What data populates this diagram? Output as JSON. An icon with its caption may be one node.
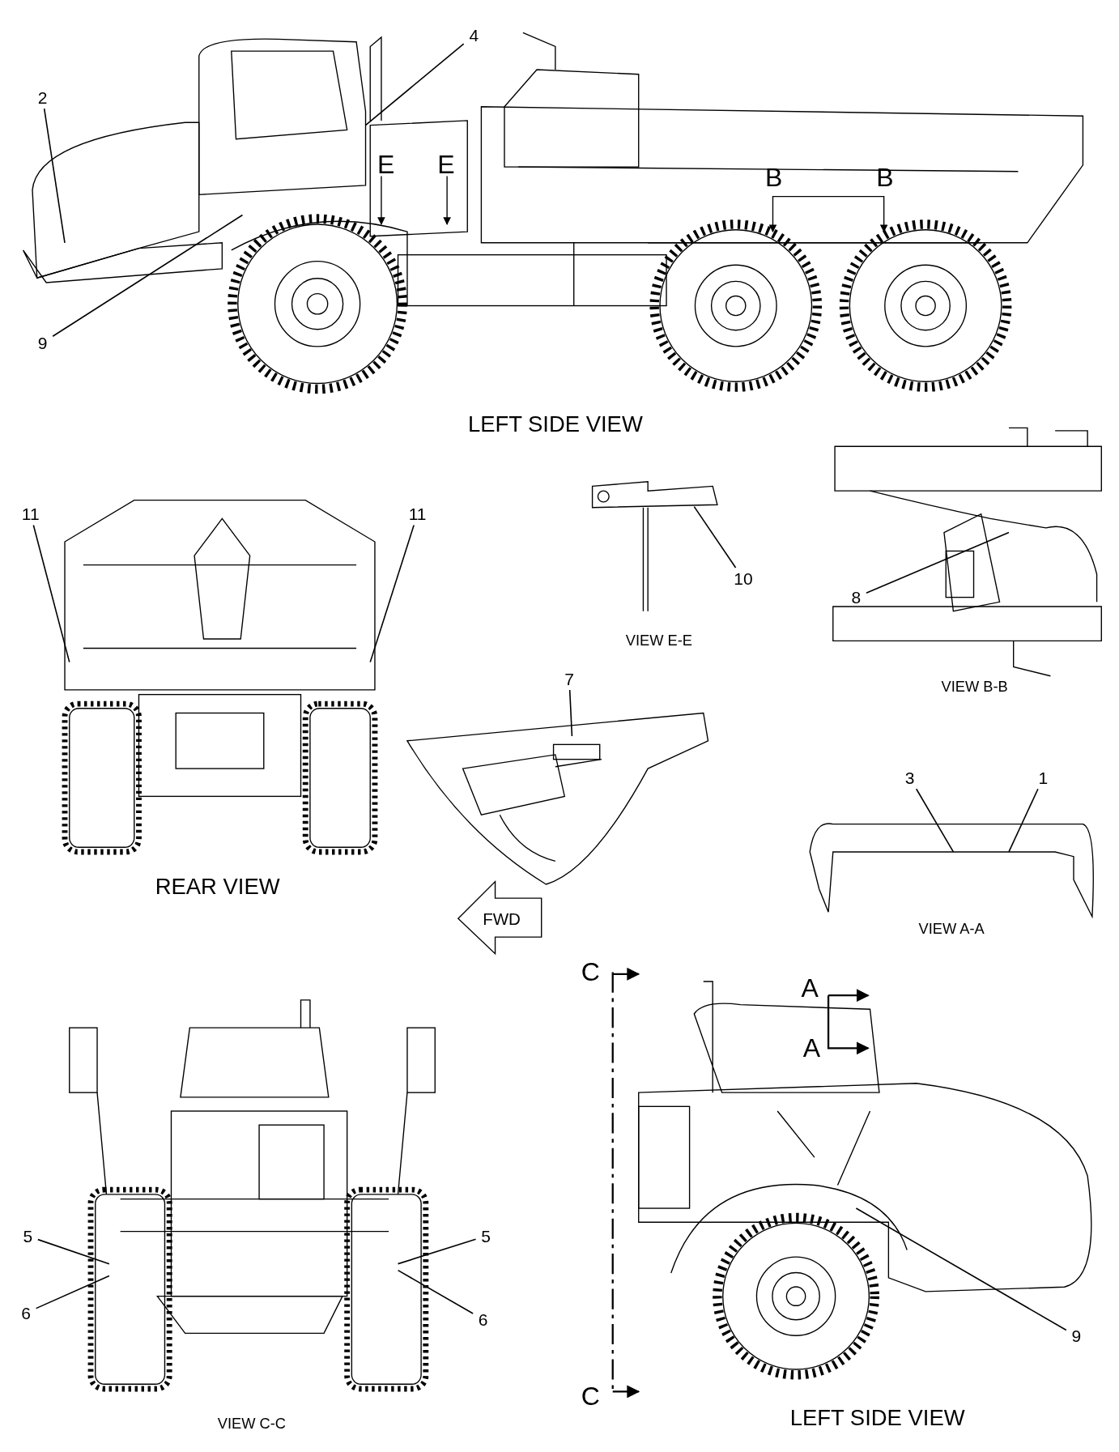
{
  "diagram": {
    "nodes": [
      {
        "text": [
          "4"
        ]
      },
      {
        "text": [
          "2"
        ]
      },
      {
        "text": [
          "9"
        ]
      },
      {
        "text": [
          "11"
        ]
      },
      {
        "text": [
          "11"
        ]
      },
      {
        "text": [
          "10"
        ]
      },
      {
        "text": [
          "8"
        ]
      },
      {
        "text": [
          "7"
        ]
      },
      {
        "text": [
          "3"
        ]
      },
      {
        "text": [
          "1"
        ]
      },
      {
        "text": [
          "5"
        ]
      },
      {
        "text": [
          "5"
        ]
      },
      {
        "text": [
          "6"
        ]
      },
      {
        "text": [
          "6"
        ]
      },
      {
        "text": [
          "9"
        ]
      }
    ],
    "edges": [
      {
        "from": 0,
        "to": null,
        "arrow": "none"
      },
      {
        "from": 1,
        "to": null,
        "arrow": "none"
      },
      {
        "from": 2,
        "to": null,
        "arrow": "none"
      },
      {
        "from": 3,
        "to": null,
        "arrow": "none"
      },
      {
        "from": 4,
        "to": null,
        "arrow": "none"
      },
      {
        "from": 5,
        "to": null,
        "arrow": "none"
      },
      {
        "from": 6,
        "to": null,
        "arrow": "none"
      },
      {
        "from": 7,
        "to": null,
        "arrow": "none"
      },
      {
        "from": 8,
        "to": null,
        "arrow": "none"
      },
      {
        "from": 9,
        "to": null,
        "arrow": "none"
      },
      {
        "from": 10,
        "to": null,
        "arrow": "none"
      },
      {
        "from": 11,
        "to": null,
        "arrow": "none"
      },
      {
        "from": 12,
        "to": null,
        "arrow": "none"
      },
      {
        "from": 13,
        "to": null,
        "arrow": "none"
      },
      {
        "from": 14,
        "to": null,
        "arrow": "none"
      }
    ],
    "labels": [
      "E",
      "E",
      "B",
      "B",
      "LEFT SIDE VIEW",
      "VIEW E-E",
      "VIEW B-B",
      "REAR VIEW",
      "VIEW A-A",
      "FWD",
      "C",
      "A",
      "A",
      "C",
      "VIEW C-C",
      "LEFT SIDE VIEW"
    ]
  }
}
